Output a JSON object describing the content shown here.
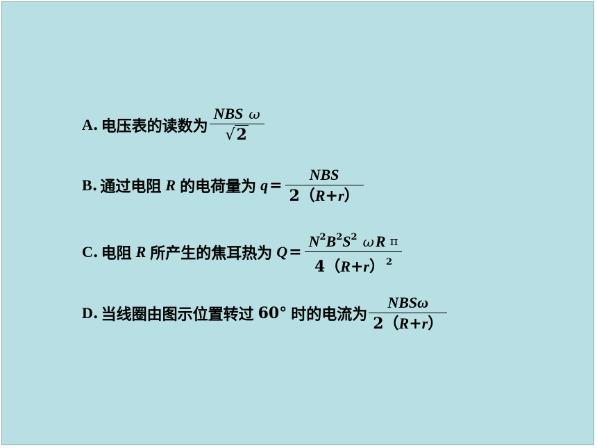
{
  "options": [
    {
      "letter": "A",
      "sep": ".",
      "text": "电压表的读数为",
      "numerator": "NBS",
      "omega": "ω",
      "sqrt": "√",
      "denominator": "2"
    },
    {
      "letter": "B",
      "sep": ".",
      "text": "通过电阻",
      "var": "R",
      "text2": "的电荷量为",
      "lhs": "q",
      "equals": "=",
      "numerator": "NBS",
      "den_coeff": "2",
      "den_open": "（",
      "den_R": "R",
      "den_plus": "+",
      "den_r": "r",
      "den_close": "）"
    },
    {
      "letter": "C",
      "sep": ".",
      "text": "电阻",
      "var": "R",
      "text2": "所产生的焦耳热为",
      "lhs": "Q",
      "equals": "=",
      "num_N": "N",
      "num_B": "B",
      "num_S": "S",
      "exp": "2",
      "omega": "ω",
      "num_R": "R",
      "pi": "π",
      "den_coeff": "4",
      "den_open": "（",
      "den_R": "R",
      "den_plus": "+",
      "den_r": "r",
      "den_close": "）",
      "den_exp": "2"
    },
    {
      "letter": "D",
      "sep": ".",
      "text": "当线圈由图示位置转过",
      "angle": "60°",
      "text2": "时的电流为",
      "numerator": "NBSω",
      "den_coeff": "2",
      "den_open": "（",
      "den_R": "R",
      "den_plus": "+",
      "den_r": "r",
      "den_close": "）"
    }
  ]
}
